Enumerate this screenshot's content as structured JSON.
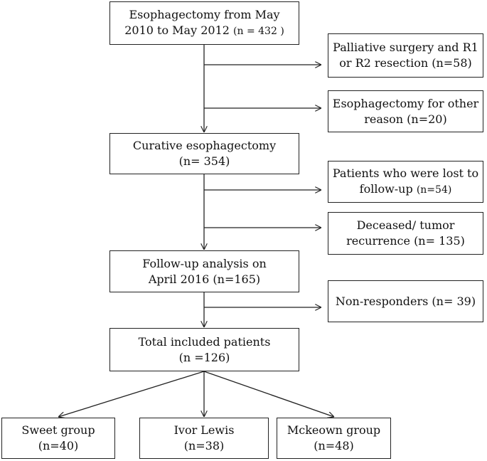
{
  "flowchart": {
    "start": {
      "line1": "Esophagectomy from May",
      "line2a": "2010 to May 2012",
      "line2b": "(n = 432 )"
    },
    "palliative": {
      "line1": "Palliative surgery and R1",
      "line2": "or R2 resection (n=58)"
    },
    "other_reason": {
      "line1": "Esophagectomy for other",
      "line2": "reason (n=20)"
    },
    "curative": {
      "line1": "Curative esophagectomy",
      "line2": "(n= 354)"
    },
    "lost": {
      "line1": "Patients who were lost to",
      "line2a": "follow-up",
      "line2b": "(n=54)"
    },
    "deceased": {
      "line1": "Deceased/ tumor",
      "line2": "recurrence (n= 135)"
    },
    "followup": {
      "line1": "Follow-up analysis on",
      "line2": "April 2016 (n=165)"
    },
    "nonresponders": {
      "line1": "Non-responders (n= 39)"
    },
    "total": {
      "line1": "Total included patients",
      "line2": "(n =126)"
    },
    "sweet": {
      "line1": "Sweet group",
      "line2": "(n=40)"
    },
    "ivor": {
      "line1": "Ivor Lewis",
      "line2": "(n=38)"
    },
    "mckeown": {
      "line1": "Mckeown group",
      "line2": "(n=48)"
    }
  }
}
